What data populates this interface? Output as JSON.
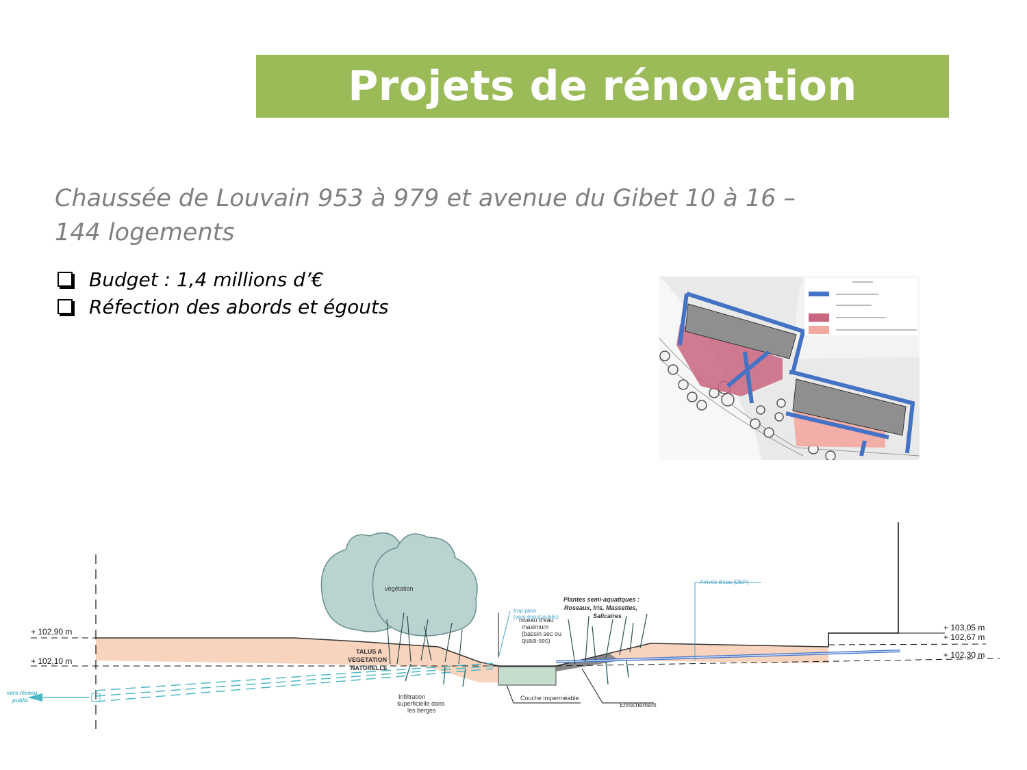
{
  "title": "Projets de rénovation",
  "subtitle": "Chaussée de Louvain 953 à 979 et avenue du Gibet 10 à 16 – 144 logements",
  "bullets": [
    "Budget : 1,4 millions d’€",
    "Réfection des abords et égouts"
  ],
  "colors": {
    "title_bar": "#9bbb59",
    "drain_blue": "#4472c4",
    "pink_zone": "#c9657f",
    "salmon_zone": "#f4a9a0",
    "soil": "#f8d3bd",
    "tree": "#b9d3d1"
  },
  "section": {
    "levels_left": [
      "+ 102,90 m",
      "+ 102,10 m"
    ],
    "levels_right": [
      "+ 103,05 m",
      "+ 102,67 m",
      "+ 102,30 m"
    ],
    "vegetation": "végétation",
    "talus": [
      "TALUS A",
      "VEGETATION",
      "NATURELLE"
    ],
    "plants": [
      "Plantes semi-aquatiques :",
      "Roseaux, Iris, Massettes,",
      "Salicaires"
    ],
    "arrivee": "Arrivée d'eau (DEP)",
    "trop_plein": [
      "trop-plein",
      "(vers égout public)"
    ],
    "niveau": [
      "niveau d'eau",
      "maximum",
      "(bassin sec ou",
      "quasi-sec)"
    ],
    "infiltration": [
      "Infiltration",
      "superficielle dans",
      "les berges"
    ],
    "couche": "Couche imperméable",
    "enrochement": "Enrochement",
    "reseau": [
      "vers réseau",
      "public"
    ]
  }
}
